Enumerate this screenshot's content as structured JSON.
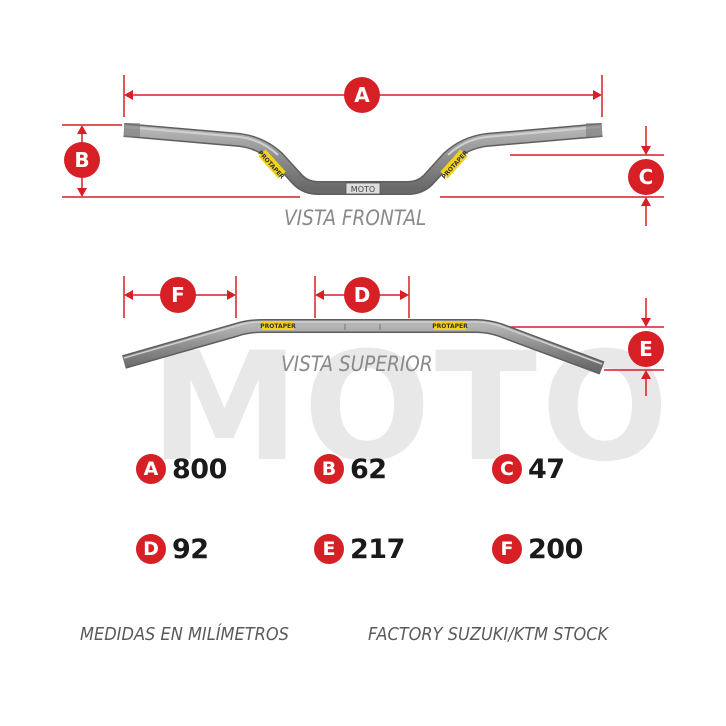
{
  "watermark": {
    "text": "MOTO"
  },
  "views": {
    "front": {
      "label": "VISTA FRONTAL"
    },
    "top": {
      "label": "VISTA SUPERIOR"
    }
  },
  "bar": {
    "logo_text": "PROTAPER",
    "center_text": "MOTO"
  },
  "dimension_letters": {
    "A": "A",
    "B": "B",
    "C": "C",
    "D": "D",
    "E": "E",
    "F": "F"
  },
  "measurements": [
    {
      "letter": "A",
      "value": "800"
    },
    {
      "letter": "B",
      "value": "62"
    },
    {
      "letter": "C",
      "value": "47"
    },
    {
      "letter": "D",
      "value": "92"
    },
    {
      "letter": "E",
      "value": "217"
    },
    {
      "letter": "F",
      "value": "200"
    }
  ],
  "footer": {
    "units": "MEDIDAS EN MILÍMETROS",
    "model": "FACTORY SUZUKI/KTM STOCK"
  },
  "colors": {
    "accent": "#d71f26",
    "bar": "#8e8e8e",
    "bar_dark": "#6e6e6e",
    "logo": "#f2d21b"
  }
}
